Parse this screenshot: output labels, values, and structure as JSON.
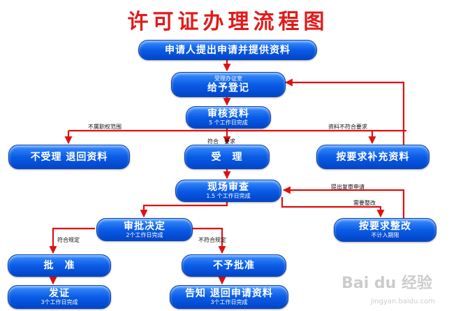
{
  "title": "许可证办理流程图",
  "nodes": {
    "apply": {
      "label": "申请人提出申请并提供资料"
    },
    "register": {
      "top": "受理办证室",
      "label": "给予登记"
    },
    "review": {
      "label": "审核资料",
      "sub": "5 个工作日完成"
    },
    "reject": {
      "label": "不受理 退回资料"
    },
    "accept": {
      "label": "受　理"
    },
    "supplement": {
      "label": "按要求补充资料"
    },
    "inspect": {
      "label": "现场审查",
      "sub": "1.5 个工作日完成"
    },
    "rectify": {
      "label": "按要求整改",
      "sub": "不计入期限"
    },
    "decision": {
      "label": "审批决定",
      "sub": "2个工作日完成"
    },
    "approve": {
      "label": "批　准"
    },
    "deny": {
      "label": "不予批准"
    },
    "issue": {
      "label": "发证",
      "sub": "3个工作日完成"
    },
    "notify": {
      "label": "告知 退回申请资料",
      "sub": "3个工作日完成"
    }
  },
  "edge_labels": {
    "not_in_scope": "不属职权范围",
    "meets_requirements": "符合　要求",
    "not_meet_requirements": "资料不符合要求",
    "request_re_review": "提出复审申请",
    "needs_rectification": "需要整改",
    "compliant": "符合规定",
    "non_compliant": "不符合规定"
  },
  "watermark": {
    "brand": "Bai du 经验",
    "url": "jingyan.baidu.com"
  },
  "colors": {
    "title": "#e21a1a",
    "arrow": "#e01010",
    "box": "#0b5ce6"
  }
}
